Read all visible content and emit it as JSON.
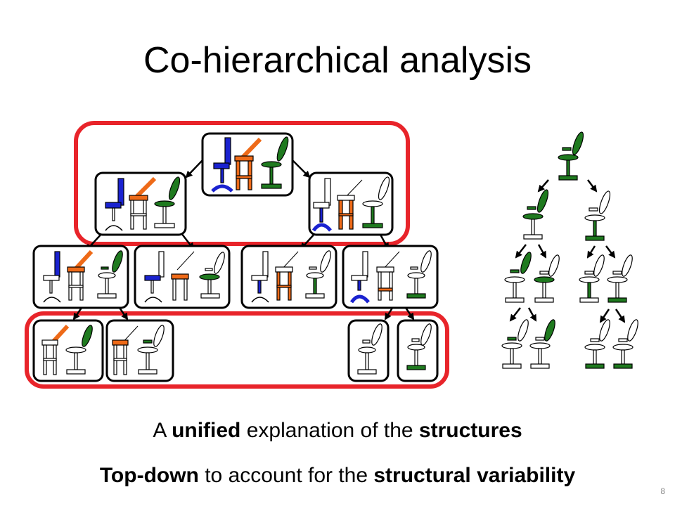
{
  "slide": {
    "title": "Co-hierarchical analysis",
    "page_number": "8"
  },
  "captions": [
    [
      {
        "text": "A ",
        "bold": false
      },
      {
        "text": "unified",
        "bold": true
      },
      {
        "text": " explanation of the ",
        "bold": false
      },
      {
        "text": "structures",
        "bold": true
      }
    ],
    [
      {
        "text": "Top-down",
        "bold": true
      },
      {
        "text": " to account for the ",
        "bold": false
      },
      {
        "text": "structural variability",
        "bold": true
      }
    ]
  ],
  "colors": {
    "highlight": "#e8242a",
    "blue": "#1a22d0",
    "orange": "#ee6a18",
    "green": "#1f7a1f",
    "white": "#ffffff",
    "outline": "#000000"
  },
  "diagram": {
    "left_hierarchy_boxes": [
      {
        "level": 0,
        "parts": [
          "blue",
          "orange",
          "green"
        ]
      },
      {
        "level": 1,
        "parts": [
          "blue",
          "orange",
          "green"
        ]
      },
      {
        "level": 1,
        "parts": [
          "blue",
          "orange",
          "green"
        ]
      },
      {
        "level": 2,
        "parts": [
          "blue",
          "orange",
          "green"
        ]
      },
      {
        "level": 2,
        "parts": [
          "blue",
          "orange",
          "green"
        ]
      },
      {
        "level": 2,
        "parts": [
          "blue",
          "orange",
          "green"
        ]
      },
      {
        "level": 2,
        "parts": [
          "blue",
          "orange",
          "green"
        ]
      },
      {
        "level": 3,
        "parts": [
          "orange",
          "green"
        ]
      },
      {
        "level": 3,
        "parts": [
          "orange",
          "green"
        ]
      },
      {
        "level": 3,
        "parts": [
          "white"
        ]
      },
      {
        "level": 3,
        "parts": [
          "green"
        ]
      }
    ],
    "right_hierarchy": {
      "levels": 4,
      "chair_type": "swivel",
      "highlight": "green"
    }
  }
}
